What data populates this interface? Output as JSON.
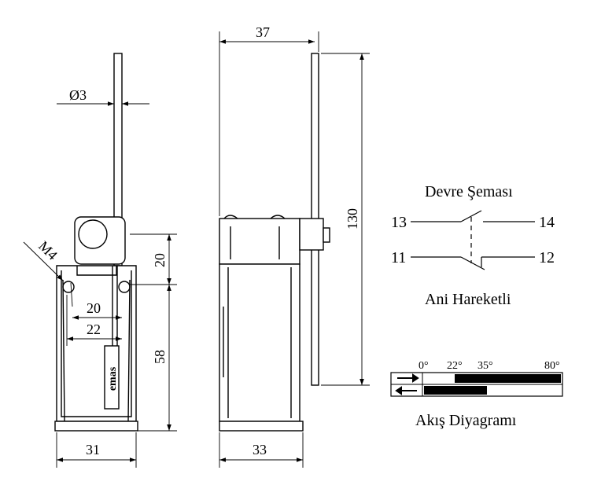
{
  "front_view": {
    "dim_rod_diameter": "Ø3",
    "dim_thread": "M4",
    "dim_width_top": "20",
    "dim_width_bottom": "22",
    "dim_body_width": "31",
    "dim_lever_gap": "20",
    "dim_body_height": "58",
    "brand": "emas"
  },
  "side_view": {
    "dim_top_width": "37",
    "dim_total_height": "130",
    "dim_bottom_width": "33"
  },
  "circuit": {
    "title": "Devre Şeması",
    "terminal_13": "13",
    "terminal_14": "14",
    "terminal_11": "11",
    "terminal_12": "12",
    "subtitle": "Ani Hareketli"
  },
  "flow_diagram": {
    "title": "Akış Diyagramı",
    "angle_0": "0°",
    "angle_22": "22°",
    "angle_35": "35°",
    "angle_80": "80°"
  },
  "colors": {
    "line": "#000000",
    "fill_light": "#f2f2f2",
    "fill_dark": "#000000"
  }
}
